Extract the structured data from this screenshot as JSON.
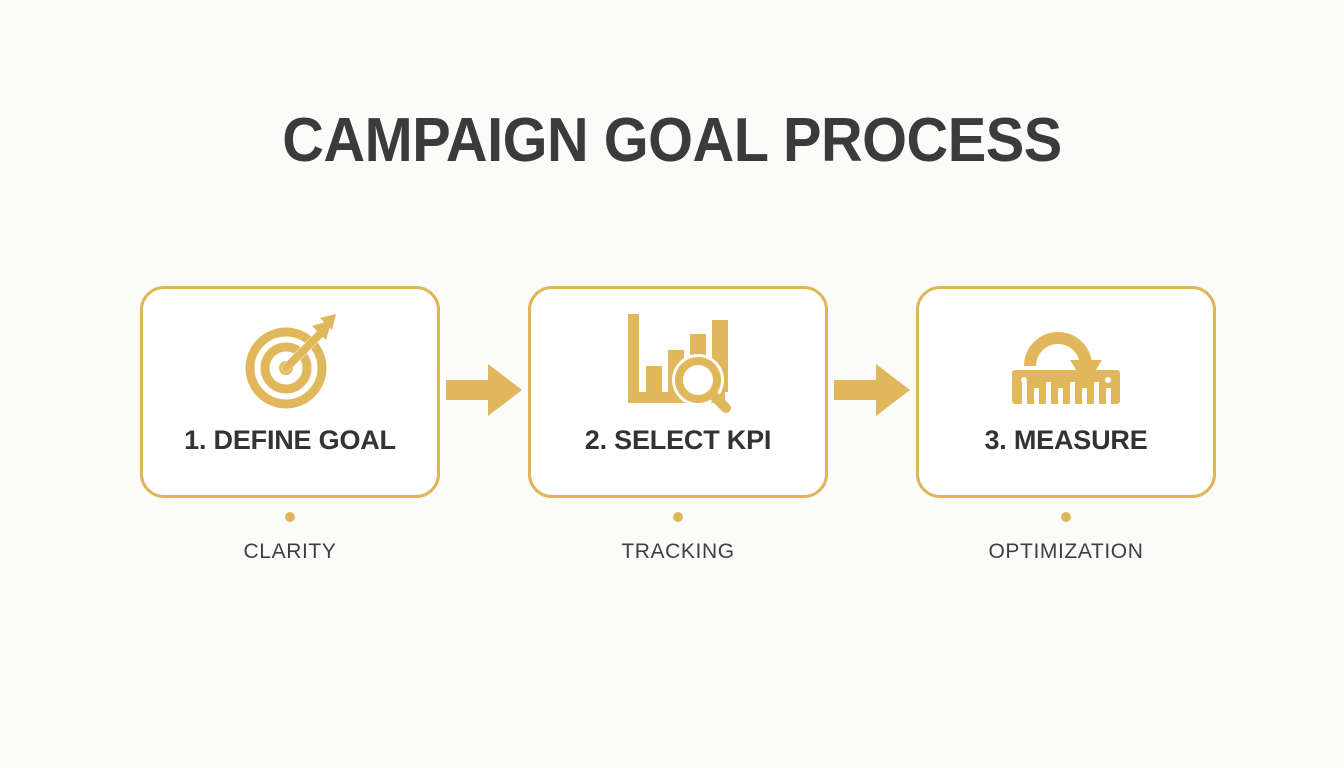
{
  "slide": {
    "title": "CAMPAIGN GOAL PROCESS",
    "background_color": "#fbfbfa",
    "accent_color": "#dfb557",
    "text_color": "#333333"
  },
  "steps": [
    {
      "label": "1. DEFINE GOAL",
      "caption": "CLARITY",
      "icon": "target-arrow-icon"
    },
    {
      "label": "2. SELECT KPI",
      "caption": "TRACKING",
      "icon": "bar-chart-magnifier-icon"
    },
    {
      "label": "3. MEASURE",
      "caption": "OPTIMIZATION",
      "icon": "ruler-curved-arrow-icon"
    }
  ],
  "connectors": [
    {
      "icon": "arrow-right-icon"
    },
    {
      "icon": "arrow-right-icon"
    }
  ]
}
